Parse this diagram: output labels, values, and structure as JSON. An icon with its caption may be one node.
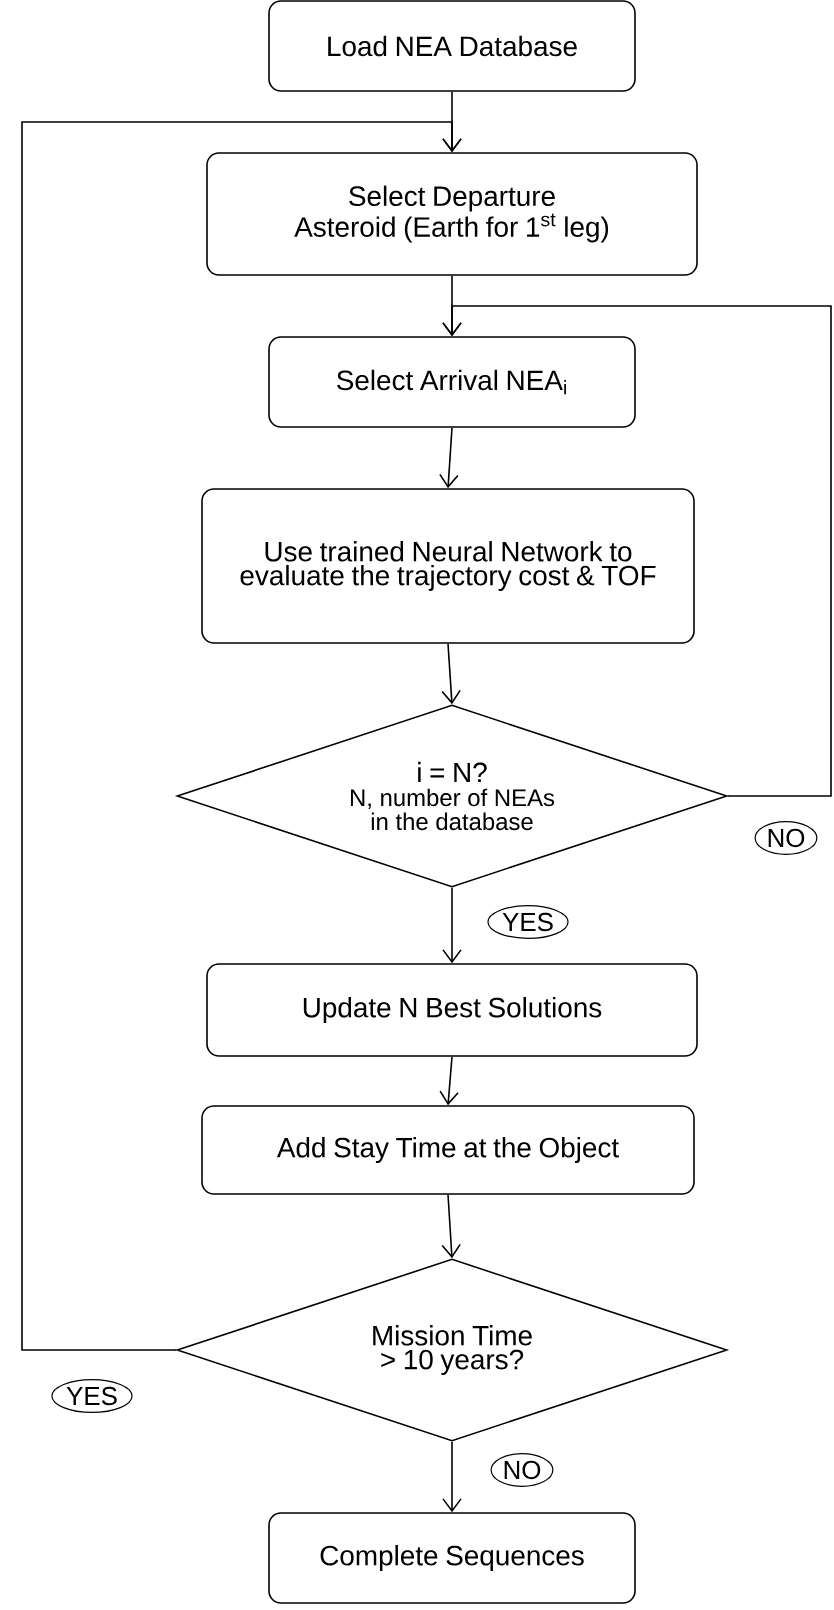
{
  "diagram": {
    "nodes": [
      {
        "text": [
          "Load NEA Database"
        ]
      },
      {
        "text": [
          "Select Departure Asteroid (Earth for 1$^{st}$ leg)"
        ]
      },
      {
        "text": [
          "Select Arrival NEA$_{i}$"
        ]
      },
      {
        "text": [
          "Use trained Neural Network to evaluate the trajectory cost & TOF"
        ]
      },
      {
        "text": [
          "i = N?",
          "N, number of NEAs in the database"
        ]
      },
      {
        "text": [
          "Update N Best Solutions"
        ]
      },
      {
        "text": [
          "Add Stay Time at the Object"
        ]
      },
      {
        "text": [
          "Mission Time > 10 years?"
        ]
      },
      {
        "text": [
          "Complete Sequences"
        ]
      }
    ],
    "edges": [
      {
        "from": 0,
        "to": 1,
        "arrow": "to"
      },
      {
        "from": 1,
        "to": 2,
        "arrow": "to"
      },
      {
        "from": 2,
        "to": 3,
        "arrow": "to"
      },
      {
        "from": 3,
        "to": 4,
        "arrow": "to"
      },
      {
        "from": 4,
        "to": 5,
        "arrow": "to",
        "label": "YES"
      },
      {
        "from": 5,
        "to": 6,
        "arrow": "to"
      },
      {
        "from": 6,
        "to": 7,
        "arrow": "to"
      },
      {
        "from": 7,
        "to": 8,
        "arrow": "to",
        "label": "NO"
      },
      {
        "from": 4,
        "to": 2,
        "arrow": "to",
        "label": "NO"
      },
      {
        "from": 7,
        "to": 1,
        "arrow": "to",
        "label": "YES"
      }
    ]
  }
}
